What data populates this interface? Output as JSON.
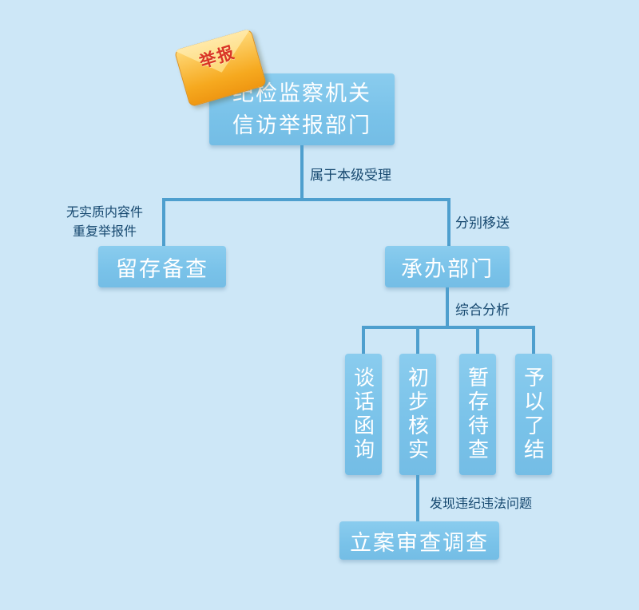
{
  "colors": {
    "background": "#cde7f7",
    "box_fill": "#7dc3e8",
    "box_text": "#ffffff",
    "connector": "#4e9fce",
    "label_text": "#16486f",
    "envelope_body": "#f6a91f",
    "envelope_text": "#d93526"
  },
  "envelope": {
    "label": "举报"
  },
  "nodes": {
    "root": {
      "line1": "纪检监察机关",
      "line2": "信访举报部门"
    },
    "keep": {
      "label": "留存备查"
    },
    "handle": {
      "label": "承办部门"
    },
    "file": {
      "label": "立案审查调查"
    }
  },
  "vertical_nodes": [
    {
      "label": "谈话函询"
    },
    {
      "label": "初步核实"
    },
    {
      "label": "暂存待查"
    },
    {
      "label": "予以了结"
    }
  ],
  "edge_labels": {
    "root_down": "属于本级受理",
    "left_line1": "无实质内容件",
    "left_line2": "重复举报件",
    "right_branch": "分别移送",
    "analysis": "综合分析",
    "found": "发现违纪违法问题"
  }
}
